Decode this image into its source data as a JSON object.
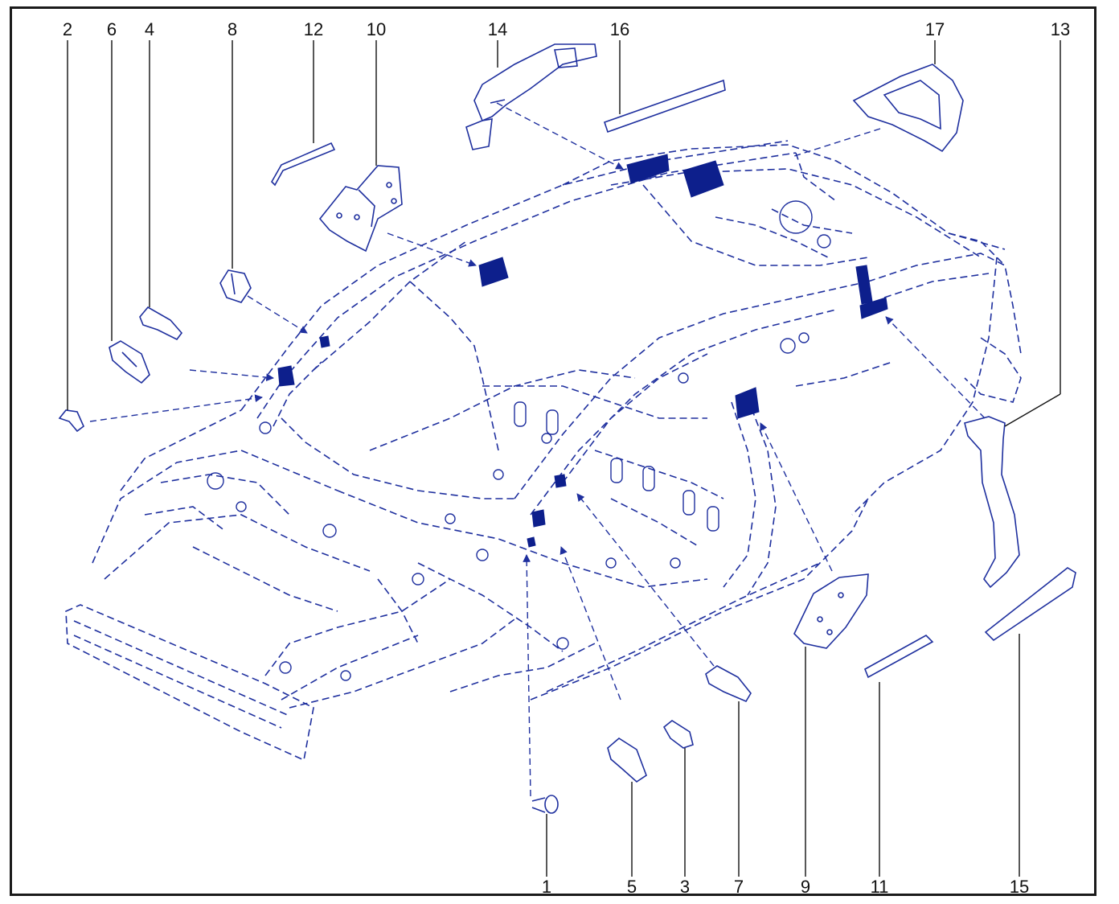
{
  "colors": {
    "line": "#1e2f9e",
    "fill": "#0d1f8c",
    "text": "#111111",
    "border": "#1a1a1a"
  },
  "callouts": {
    "c1": "1",
    "c2": "2",
    "c3": "3",
    "c4": "4",
    "c5": "5",
    "c6": "6",
    "c7": "7",
    "c8": "8",
    "c9": "9",
    "c10": "10",
    "c11": "11",
    "c12": "12",
    "c13": "13",
    "c14": "14",
    "c15": "15",
    "c16": "16",
    "c17": "17"
  }
}
